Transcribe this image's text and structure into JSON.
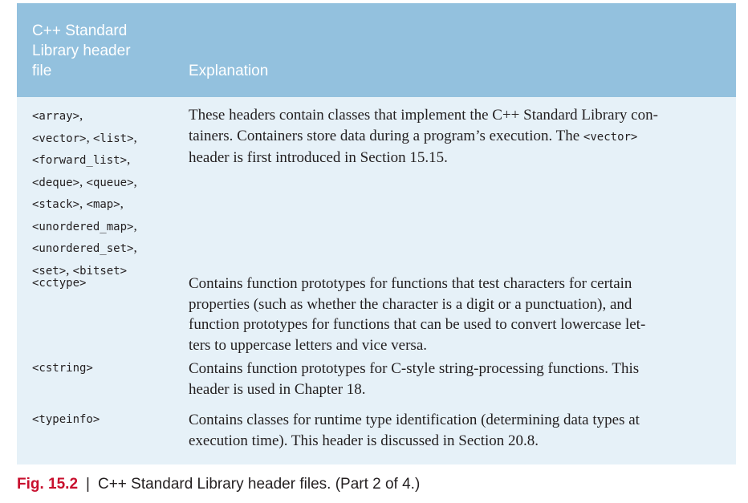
{
  "table": {
    "header": {
      "col1": "C++ Standard\nLibrary header\nfile",
      "col2": "Explanation"
    },
    "rows": [
      {
        "headers": [
          "<array>",
          "<vector>",
          "<list>",
          "<forward_list>",
          "<deque>",
          "<queue>",
          "<stack>",
          "<map>",
          "<unordered_map>",
          "<unordered_set>",
          "<set>",
          "<bitset>"
        ],
        "explanation_lines": [
          "These headers contain classes that implement the C++ Standard Library con-",
          "tainers. Containers store data during a program’s execution. The ",
          "header is first introduced in Section 15.15."
        ],
        "inline_code": "<vector>"
      },
      {
        "headers": [
          "<cctype>"
        ],
        "explanation_lines": [
          "Contains function prototypes for functions that test characters for certain",
          "properties (such as whether the character is a digit or a punctuation), and",
          "function prototypes for functions that can be used to convert lowercase let-",
          "ters to uppercase letters and vice versa."
        ]
      },
      {
        "headers": [
          "<cstring>"
        ],
        "explanation_lines": [
          "Contains function prototypes for C-style string-processing functions. This",
          "header is used in Chapter 18."
        ]
      },
      {
        "headers": [
          "<typeinfo>"
        ],
        "explanation_lines": [
          "Contains classes for runtime type identification (determining data types at",
          "execution time). This header is discussed in Section 20.8."
        ]
      }
    ]
  },
  "caption": {
    "label": "Fig. 15.2",
    "separator": "|",
    "text": "C++ Standard Library header files. (Part 2 of 4.)"
  }
}
